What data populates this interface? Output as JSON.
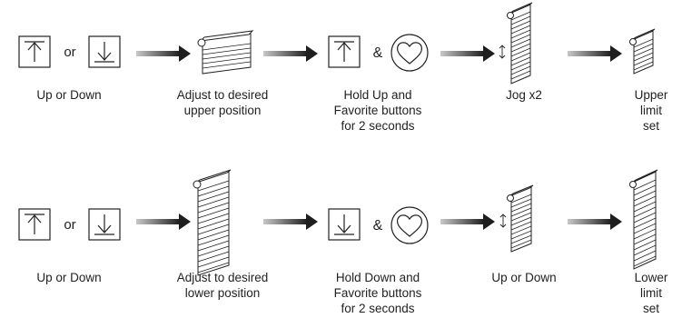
{
  "rows": [
    {
      "name": "upper-limit",
      "or_text": "or",
      "amp_text": "&",
      "steps": [
        {
          "icon": "up-down-buttons",
          "caption": "Up or Down"
        },
        {
          "icon": "shade-short",
          "caption": "Adjust to desired\nupper position"
        },
        {
          "icon": "up-favorite-buttons",
          "caption": "Hold Up and\nFavorite buttons\nfor 2 seconds"
        },
        {
          "icon": "shade-jog",
          "caption": "Jog x2"
        },
        {
          "icon": "shade-small",
          "caption": "Upper\nlimit set"
        }
      ]
    },
    {
      "name": "lower-limit",
      "or_text": "or",
      "amp_text": "&",
      "steps": [
        {
          "icon": "up-down-buttons",
          "caption": "Up or Down"
        },
        {
          "icon": "shade-long",
          "caption": "Adjust to desired\nlower position"
        },
        {
          "icon": "down-favorite-buttons",
          "caption": "Hold Down and\nFavorite buttons\nfor 2 seconds"
        },
        {
          "icon": "shade-jog",
          "caption": "Up or Down"
        },
        {
          "icon": "shade-long",
          "caption": "Lower\nlimit set"
        }
      ]
    }
  ],
  "colors": {
    "line": "#222222",
    "arrow_start": "#c8c8c8",
    "arrow_end": "#1e1e1e"
  }
}
